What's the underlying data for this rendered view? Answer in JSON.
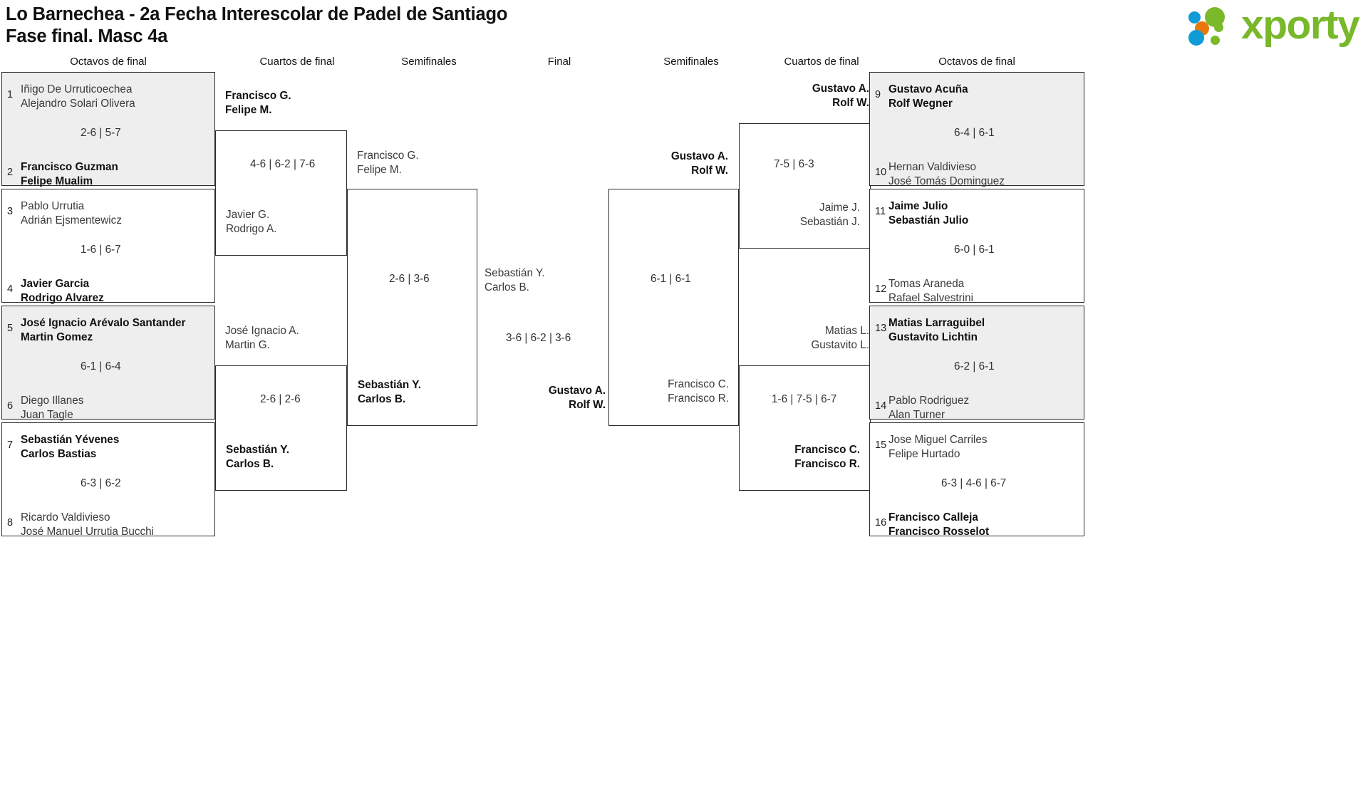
{
  "header": {
    "title_line1": "Lo Barnechea - 2a Fecha Interescolar de Padel de Santiago",
    "title_line2": "Fase final. Masc 4a",
    "logo_text": "xporty",
    "logo_colors": {
      "blue": "#0f9bd7",
      "green": "#7ab929",
      "orange": "#e8780d",
      "word": "#78b82a"
    }
  },
  "round_headers": {
    "left_r16": "Octavos de final",
    "left_qf": "Cuartos de final",
    "left_sf": "Semifinales",
    "final": "Final",
    "right_sf": "Semifinales",
    "right_qf": "Cuartos de final",
    "right_r16": "Octavos de final"
  },
  "left": {
    "r16": [
      {
        "shaded": true,
        "score": "2-6 | 5-7",
        "top": {
          "seed": "1",
          "p1": "Iñigo De Urruticoechea",
          "p2": "Alejandro Solari Olivera",
          "winner": false
        },
        "bottom": {
          "seed": "2",
          "p1": "Francisco Guzman",
          "p2": "Felipe Mualim",
          "winner": true
        }
      },
      {
        "shaded": false,
        "score": "1-6 | 6-7",
        "top": {
          "seed": "3",
          "p1": "Pablo Urrutia",
          "p2": "Adrián Ejsmentewicz",
          "winner": false
        },
        "bottom": {
          "seed": "4",
          "p1": "Javier Garcia",
          "p2": "Rodrigo Alvarez",
          "winner": true
        }
      },
      {
        "shaded": true,
        "score": "6-1 | 6-4",
        "top": {
          "seed": "5",
          "p1": "José Ignacio Arévalo Santander",
          "p2": "Martin Gomez",
          "winner": true
        },
        "bottom": {
          "seed": "6",
          "p1": "Diego Illanes",
          "p2": "Juan Tagle",
          "winner": false
        }
      },
      {
        "shaded": false,
        "score": "6-3 | 6-2",
        "top": {
          "seed": "7",
          "p1": "Sebastián Yévenes",
          "p2": "Carlos Bastias",
          "winner": true
        },
        "bottom": {
          "seed": "8",
          "p1": "Ricardo Valdivieso",
          "p2": "José Manuel Urrutia Bucchi",
          "winner": false
        }
      }
    ],
    "qf": [
      {
        "score": "4-6 | 6-2 | 7-6",
        "top": {
          "p1": "Francisco G.",
          "p2": "Felipe M.",
          "winner": true
        },
        "bottom": {
          "p1": "Javier G.",
          "p2": "Rodrigo A.",
          "winner": false
        }
      },
      {
        "score": "2-6 | 2-6",
        "top": {
          "p1": "José Ignacio A.",
          "p2": "Martin G.",
          "winner": false
        },
        "bottom": {
          "p1": "Sebastián Y.",
          "p2": "Carlos B.",
          "winner": true
        }
      }
    ],
    "sf": [
      {
        "score": "2-6 | 3-6",
        "top": {
          "p1": "Francisco G.",
          "p2": "Felipe M.",
          "winner": false
        },
        "bottom": {
          "p1": "Sebastián Y.",
          "p2": "Carlos B.",
          "winner": true
        }
      }
    ]
  },
  "final": {
    "score": "3-6 | 6-2 | 3-6",
    "top": {
      "p1": "Sebastián Y.",
      "p2": "Carlos B.",
      "winner": false
    },
    "bottom": {
      "p1": "Gustavo A.",
      "p2": "Rolf W.",
      "winner": true
    }
  },
  "right": {
    "r16": [
      {
        "shaded": true,
        "score": "6-4 | 6-1",
        "top": {
          "seed": "9",
          "p1": "Gustavo Acuña",
          "p2": "Rolf Wegner",
          "winner": true
        },
        "bottom": {
          "seed": "10",
          "p1": "Hernan Valdivieso",
          "p2": "José Tomás Dominguez",
          "winner": false
        }
      },
      {
        "shaded": false,
        "score": "6-0 | 6-1",
        "top": {
          "seed": "11",
          "p1": "Jaime Julio",
          "p2": "Sebastián Julio",
          "winner": true
        },
        "bottom": {
          "seed": "12",
          "p1": "Tomas Araneda",
          "p2": "Rafael Salvestrini",
          "winner": false
        }
      },
      {
        "shaded": true,
        "score": "6-2 | 6-1",
        "top": {
          "seed": "13",
          "p1": "Matias Larraguibel",
          "p2": "Gustavito Lichtin",
          "winner": true
        },
        "bottom": {
          "seed": "14",
          "p1": "Pablo Rodriguez",
          "p2": "Alan Turner",
          "winner": false
        }
      },
      {
        "shaded": false,
        "score": "6-3 | 4-6 | 6-7",
        "top": {
          "seed": "15",
          "p1": "Jose Miguel Carriles",
          "p2": "Felipe Hurtado",
          "winner": false
        },
        "bottom": {
          "seed": "16",
          "p1": "Francisco Calleja",
          "p2": "Francisco Rosselot",
          "winner": true
        }
      }
    ],
    "qf": [
      {
        "score": "7-5 | 6-3",
        "top": {
          "p1": "Gustavo A.",
          "p2": "Rolf W.",
          "winner": true
        },
        "bottom": {
          "p1": "Jaime J.",
          "p2": "Sebastián J.",
          "winner": false
        }
      },
      {
        "score": "1-6 | 7-5 | 6-7",
        "top": {
          "p1": "Matias L.",
          "p2": "Gustavito L.",
          "winner": false
        },
        "bottom": {
          "p1": "Francisco C.",
          "p2": "Francisco R.",
          "winner": true
        }
      }
    ],
    "sf": [
      {
        "score": "6-1 | 6-1",
        "top": {
          "p1": "Gustavo A.",
          "p2": "Rolf W.",
          "winner": true
        },
        "bottom": {
          "p1": "Francisco C.",
          "p2": "Francisco R.",
          "winner": false
        }
      }
    ]
  }
}
